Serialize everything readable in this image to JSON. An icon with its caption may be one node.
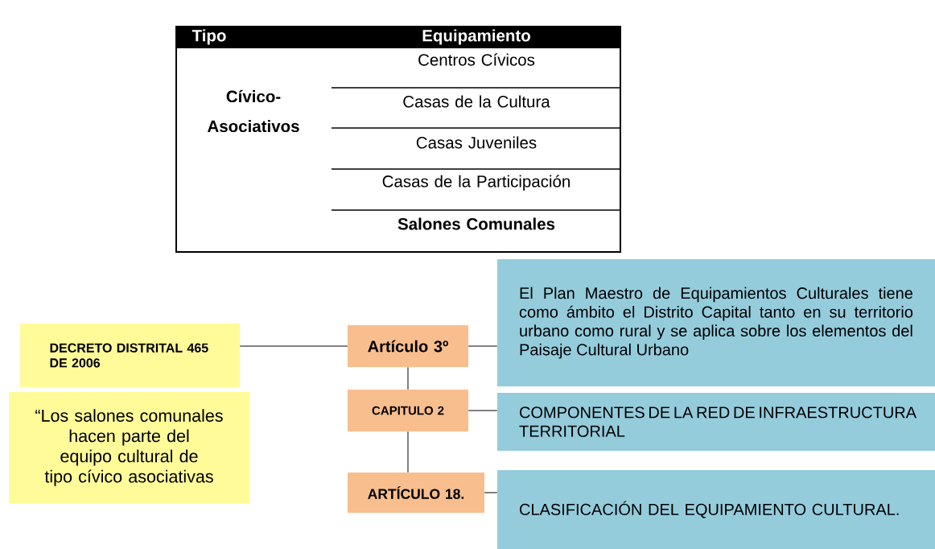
{
  "diagram": {
    "nodes": [
      {
        "text": [
          "DECRETO DISTRITAL 465 DE 2006"
        ]
      },
      {
        "text": [
          "“Los salones comunales hacen parte del equipo cultural de tipo cívico asociativas"
        ]
      },
      {
        "text": [
          "Artículo 3º"
        ]
      },
      {
        "text": [
          "CAPITULO 2"
        ]
      },
      {
        "text": [
          "ARTÍCULO 18."
        ]
      },
      {
        "text": [
          "El Plan Maestro de Equipamientos Culturales tiene como ámbito el Distrito Capital tanto en su territorio urbano como rural y se aplica sobre los elementos del Paisaje Cultural Urbano"
        ]
      },
      {
        "text": [
          "COMPONENTES DE LA RED DE INFRAESTRUCTURA TERRITORIAL"
        ]
      },
      {
        "text": [
          "CLASIFICACIÓN DEL EQUIPAMIENTO CULTURAL."
        ]
      }
    ],
    "edges": [
      {
        "from": 0,
        "to": 2,
        "arrow": "none"
      },
      {
        "from": 2,
        "to": 3,
        "arrow": "none"
      },
      {
        "from": 3,
        "to": 4,
        "arrow": "none"
      },
      {
        "from": 2,
        "to": 5,
        "arrow": "none"
      },
      {
        "from": 3,
        "to": 6,
        "arrow": "none"
      },
      {
        "from": 4,
        "to": 7,
        "arrow": "none"
      }
    ],
    "labels": [
      "Tipo",
      "Equipamiento",
      "Cívico- Asociativos",
      "Centros Cívicos",
      "Casas de la Cultura",
      "Casas Juveniles",
      "Casas de la Participación",
      "Salones Comunales"
    ]
  }
}
